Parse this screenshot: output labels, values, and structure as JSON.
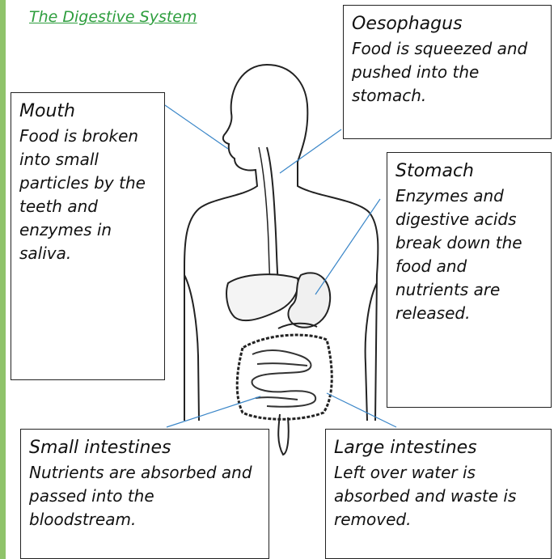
{
  "title": "The Digestive System",
  "labels": {
    "oesophagus": {
      "heading": "Oesophagus",
      "text": "Food is squeezed and pushed into the stomach."
    },
    "mouth": {
      "heading": "Mouth",
      "text": "Food is broken into small particles by the teeth and enzymes in saliva."
    },
    "stomach": {
      "heading": "Stomach",
      "text": "Enzymes and digestive acids break down the food and nutrients are released."
    },
    "small_intestines": {
      "heading": "Small intestines",
      "text": "Nutrients are absorbed and passed into the bloodstream."
    },
    "large_intestines": {
      "heading": "Large intestines",
      "text": "Left over water is absorbed and waste is removed."
    }
  },
  "colors": {
    "title": "#2e9e3e",
    "leader_line": "#3a86c8",
    "left_bar": "#8fc36a"
  }
}
